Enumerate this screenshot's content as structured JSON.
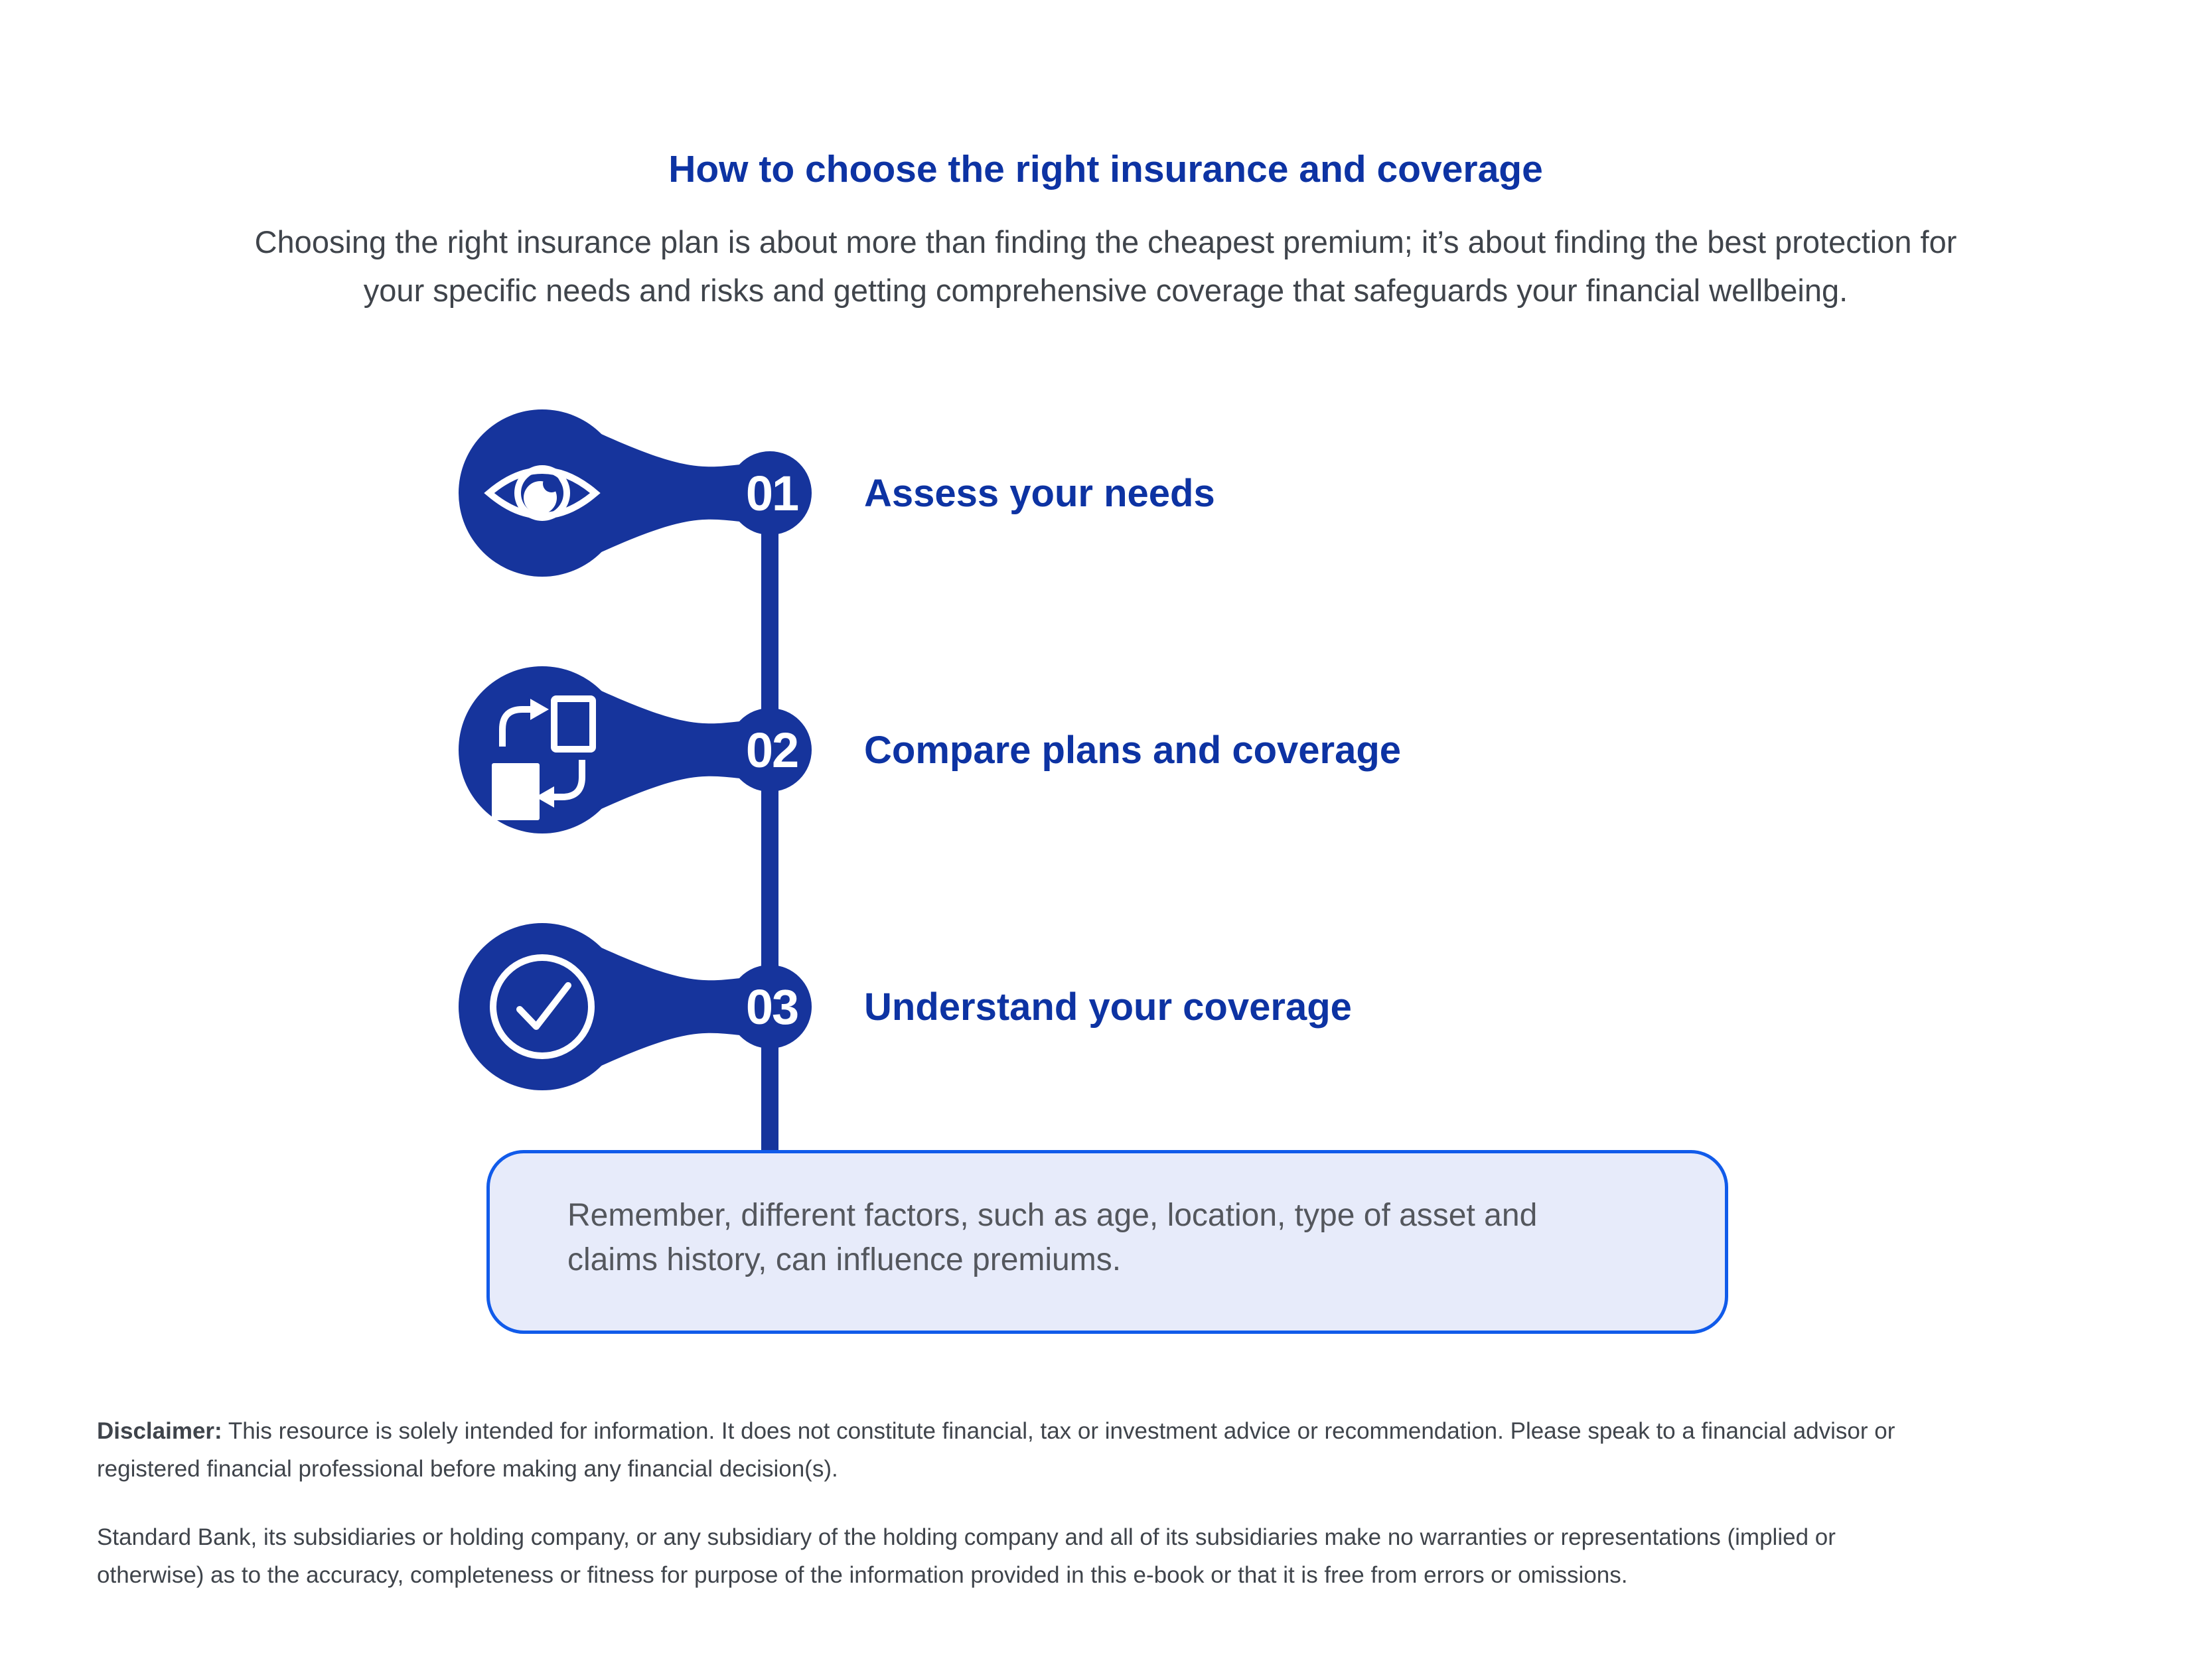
{
  "header": {
    "title": "How to choose the right insurance and coverage",
    "subtitle": "Choosing the right insurance plan is about more than finding the cheapest premium; it’s about finding the best protection for\nyour specific needs and risks and getting comprehensive coverage that safeguards your financial wellbeing."
  },
  "steps": [
    {
      "number": "01",
      "label": "Assess your needs",
      "icon": "eye-icon"
    },
    {
      "number": "02",
      "label": "Compare plans and coverage",
      "icon": "swap-icon"
    },
    {
      "number": "03",
      "label": "Understand your coverage",
      "icon": "check-circle-icon"
    }
  ],
  "callout": {
    "text": "Remember, different factors, such as age, location, type of asset and\nclaims history, can influence premiums."
  },
  "disclaimer": {
    "label": "Disclaimer:",
    "p1": "This resource is solely intended for information. It does not constitute financial, tax or investment advice or recommendation. Please speak to a financial advisor or\nregistered financial professional before making any financial decision(s).",
    "p2": "Standard Bank, its subsidiaries or holding company, or any subsidiary of the holding company and all of its subsidiaries make no warranties or representations (implied or\notherwise) as to the accuracy, completeness or fitness for purpose of the information provided in this e-book or that it is free from errors or omissions."
  },
  "colors": {
    "shape_blue": "#16349C",
    "text_blue": "#0D33A3",
    "callout_border": "#115BEA",
    "callout_background": "#E7EBFA",
    "body_text_gray": "#3F444B",
    "callout_text_gray": "#54575D",
    "icon_color": "#FFFFFF",
    "page_background": "#FFFFFF"
  }
}
